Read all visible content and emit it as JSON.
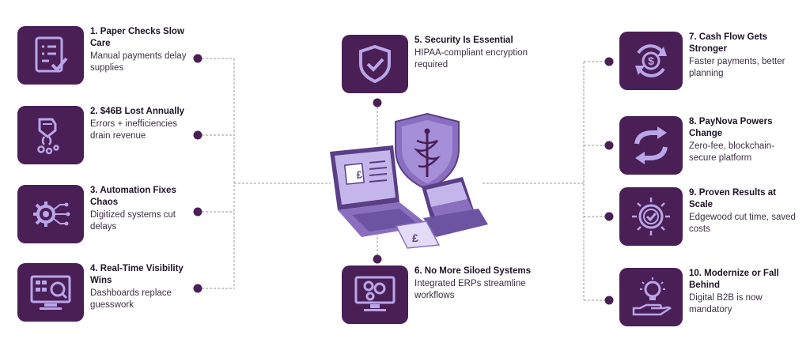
{
  "colors": {
    "tile": "#4a1f56",
    "accent": "#b9a6e8",
    "connector": "#4a1f56",
    "line": "#9a9a9a"
  },
  "items": [
    {
      "title": "1. Paper Checks Slow Care",
      "desc": "Manual payments delay supplies",
      "icon": "checklist-icon"
    },
    {
      "title": "2. $46B Lost Annually",
      "desc": "Errors + inefficiencies drain revenue",
      "icon": "money-drain-icon"
    },
    {
      "title": "3. Automation Fixes Chaos",
      "desc": "Digitized systems cut delays",
      "icon": "gear-circuit-icon"
    },
    {
      "title": "4. Real-Time Visibility Wins",
      "desc": "Dashboards replace guesswork",
      "icon": "dashboard-monitor-icon"
    },
    {
      "title": "5. Security Is Essential",
      "desc": "HIPAA-compliant encryption required",
      "icon": "shield-check-icon"
    },
    {
      "title": "6. No More Siloed Systems",
      "desc": "Integrated ERPs streamline workflows",
      "icon": "monitor-gears-icon"
    },
    {
      "title": "7. Cash Flow Gets Stronger",
      "desc": "Faster payments, better planning",
      "icon": "dollar-cycle-icon"
    },
    {
      "title": "8. PayNova Powers Change",
      "desc": "Zero-fee, blockchain-secure platform",
      "icon": "refresh-arrows-icon"
    },
    {
      "title": "9. Proven Results at Scale",
      "desc": "Edgewood cut time, saved costs",
      "icon": "badge-check-icon"
    },
    {
      "title": "10. Modernize or Fall Behind",
      "desc": "Digital B2B is now mandatory",
      "icon": "hand-bulb-icon"
    }
  ],
  "illustration": {
    "laptop_symbol": "£",
    "receipt_symbol": "£"
  }
}
